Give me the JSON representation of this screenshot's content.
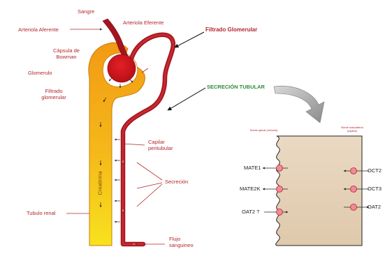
{
  "labels": {
    "sangre": "Sangre",
    "arteriola_aferente": "Arteriola Aferente",
    "arteriola_eferente": "Arteriola Eferente",
    "filtrado_glomerular_top": "Filtrado Glomerular",
    "capsula_line1": "Cápsula de",
    "capsula_line2": "Bowman",
    "glomerulo": "Glomerulo",
    "filtrado_line1": "Filtrado",
    "filtrado_line2": "glomerular",
    "secrecion_tubular": "SECRECIÓN TUBULAR",
    "capilar_line1": "Capilar",
    "capilar_line2": "peritubular",
    "secrecion": "Secreción",
    "creatinina": "Creatinina",
    "tubulo_renal": "Tubulo renal",
    "flujo_line1": "Flujo",
    "flujo_line2": "sanguineo"
  },
  "cell": {
    "apical_label": "Borde apical (urinario)",
    "basolateral_line1": "Borde basolateral",
    "basolateral_line2": "(capilar)",
    "left_transporters": [
      "MATE1",
      "MATE2K",
      "OAT2 ?"
    ],
    "right_transporters": [
      "OCT2",
      "OCT3",
      "OAT2"
    ]
  },
  "colors": {
    "tubule_orange": "#f2a21a",
    "tubule_yellow": "#f7d21c",
    "vessel_red": "#a3151f",
    "glomerulus_red": "#d5141c",
    "label_red": "#b3262a",
    "cell_fill": "#e8d6bf",
    "transporter_pink": "#f08a98"
  }
}
